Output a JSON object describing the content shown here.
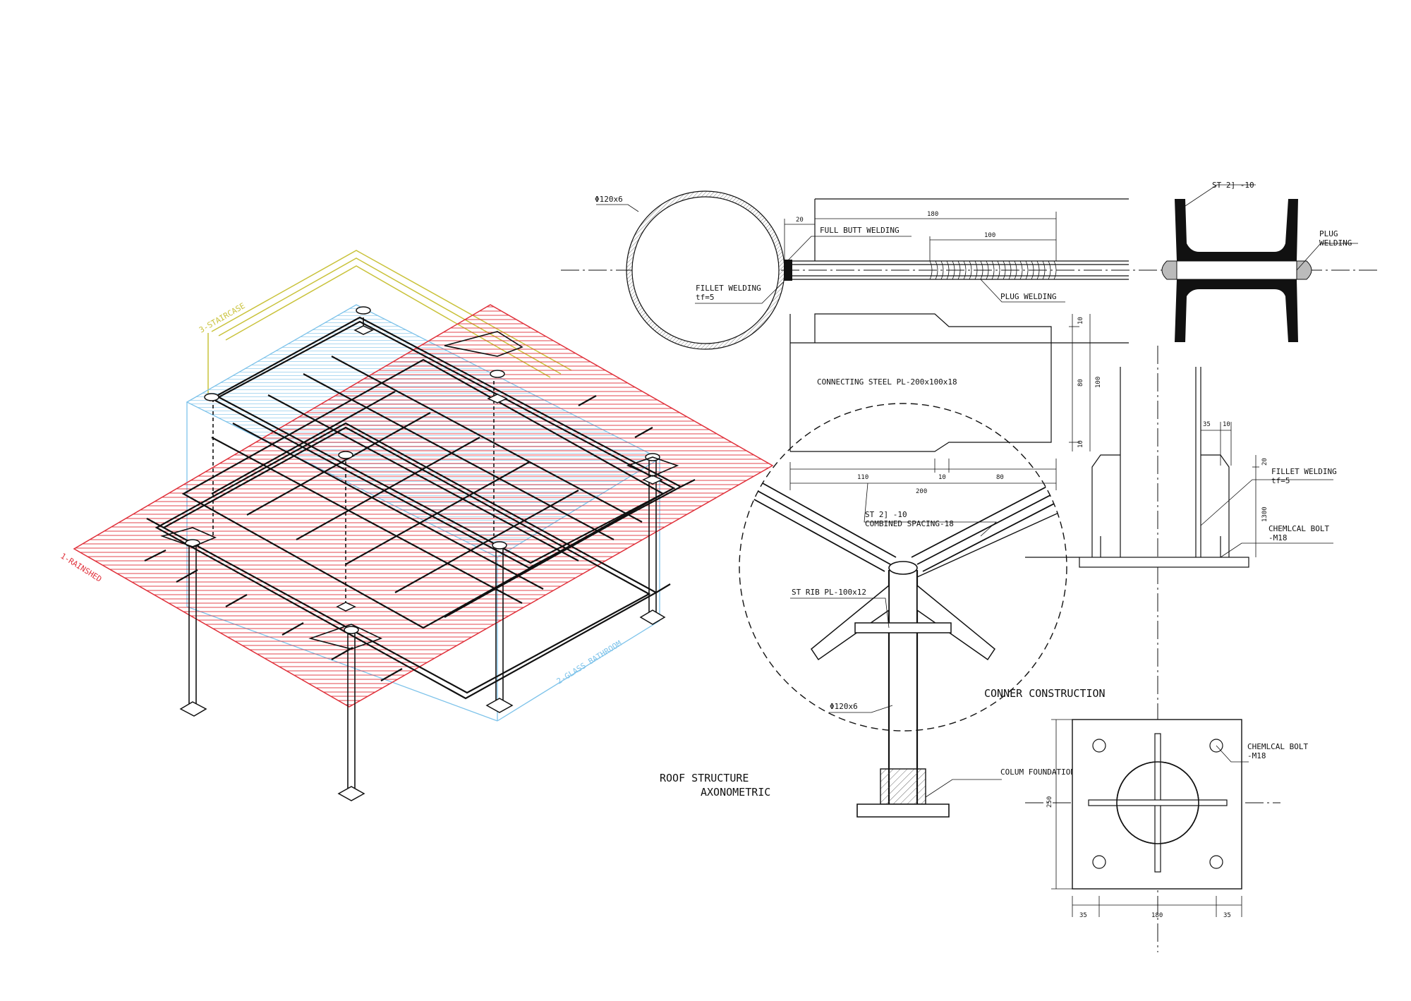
{
  "colors": {
    "line": "#111111",
    "rainshed": "#e0303a",
    "staircase": "#c9c23a",
    "bathroom": "#7ec3ea",
    "paper": "#ffffff"
  },
  "axonometric": {
    "title_line1": "ROOF STRUCTURE",
    "title_line2": "AXONOMETRIC",
    "zone_rainshed": "1-RAINSHED",
    "zone_bathroom": "2-GLASS BATHROOM",
    "zone_staircase": "3-STAIRCASE"
  },
  "weld_detail": {
    "tube": "Φ120x6",
    "full_butt": "FULL BUTT WELDING",
    "fillet": "FILLET WELDING",
    "fillet_tf": "tf=5",
    "plug": "PLUG WELDING",
    "dim_20": "20",
    "dim_180": "180",
    "dim_100": "100"
  },
  "channel_section": {
    "member": "ST 2] -10",
    "plug_line1": "PLUG",
    "plug_line2": "WELDING"
  },
  "plate_detail": {
    "label": "CONNECTING STEEL PL-200x100x18",
    "dim_110": "110",
    "dim_10a": "10",
    "dim_80": "80",
    "dim_200": "200",
    "dim_v10a": "10",
    "dim_v80": "80",
    "dim_v10b": "10",
    "dim_v100": "100"
  },
  "corner_detail": {
    "member": "ST 2] -10",
    "spacing": "COMBINED SPACING-18",
    "rib": "ST RIB PL-100x12",
    "tube": "Φ120x6",
    "title": "CONNER CONSTRUCTION",
    "foundation": "COLUM FOUNDATION"
  },
  "base_elevation": {
    "dim_35": "35",
    "dim_10": "10",
    "dim_20": "20",
    "dim_1300": "1300",
    "fillet": "FILLET WELDING",
    "fillet_tf": "tf=5",
    "bolt": "CHEMLCAL BOLT",
    "bolt_size": "-M18"
  },
  "base_plan": {
    "bolt": "CHEMLCAL BOLT",
    "bolt_size": "-M18",
    "dim_250": "250",
    "dim_35a": "35",
    "dim_180": "180",
    "dim_35b": "35"
  }
}
